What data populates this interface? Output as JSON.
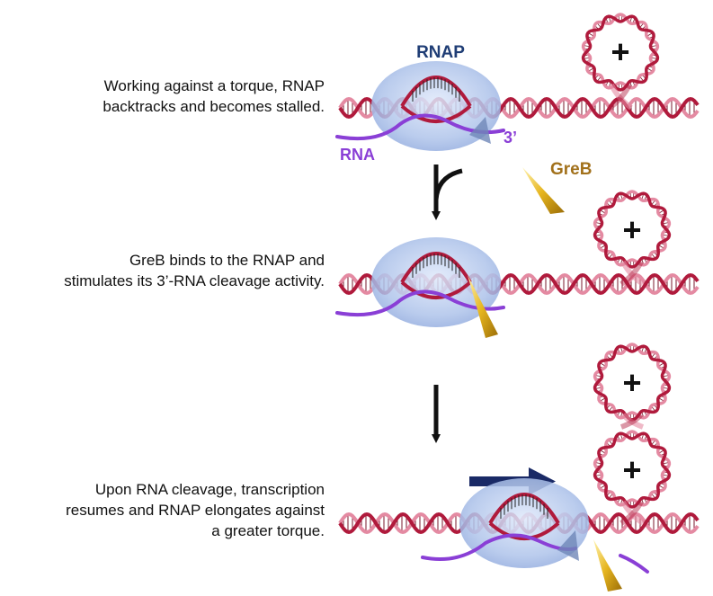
{
  "captions": {
    "step1": [
      "Working against a torque, RNAP",
      "backtracks and becomes stalled."
    ],
    "step2": [
      "GreB binds to the RNAP and",
      "stimulates its 3’-RNA cleavage activity."
    ],
    "step3": [
      "Upon RNA cleavage, transcription",
      "resumes and RNAP elongates against",
      "a greater torque."
    ]
  },
  "labels": {
    "rnap": "RNAP",
    "rna": "RNA",
    "three_prime": "3’",
    "greb": "GreB",
    "plus": "+"
  },
  "colors": {
    "dna": "#b01a3c",
    "dna_light": "#e48aa2",
    "rnap_fill": "#a9bfe8",
    "rnap_label": "#1f3d75",
    "rna": "#8a3fd6",
    "greb_text": "#a2711b",
    "greb_fill": "#e2b320",
    "arrow": "#111111",
    "motion_arrow": "#1a2a66"
  }
}
